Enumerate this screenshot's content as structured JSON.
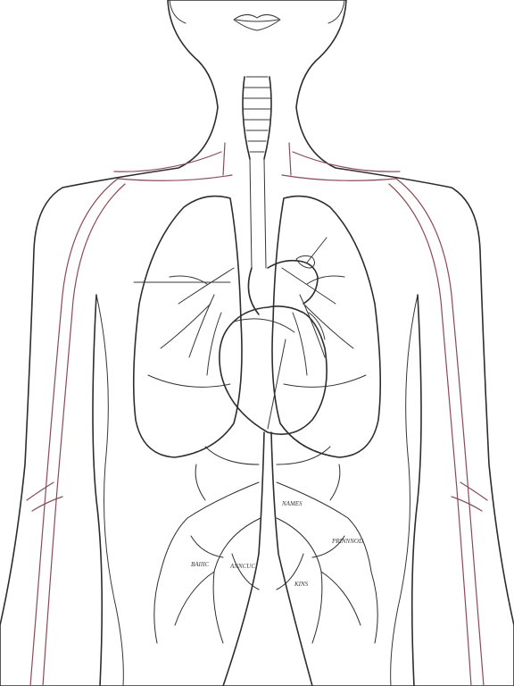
{
  "diagram": {
    "labels": [
      {
        "key": "a",
        "text": "BAIIIC"
      },
      {
        "key": "b",
        "text": "ANNCUC"
      },
      {
        "key": "c",
        "text": "NAMES"
      },
      {
        "key": "d",
        "text": "PRINNNOD"
      },
      {
        "key": "e",
        "text": "KINS"
      }
    ]
  },
  "colors": {
    "background_top": "#f7f5f4",
    "background_bottom": "#e6dadb",
    "outline": "#2f2c2e",
    "vessel_red": "#8a4a58"
  }
}
